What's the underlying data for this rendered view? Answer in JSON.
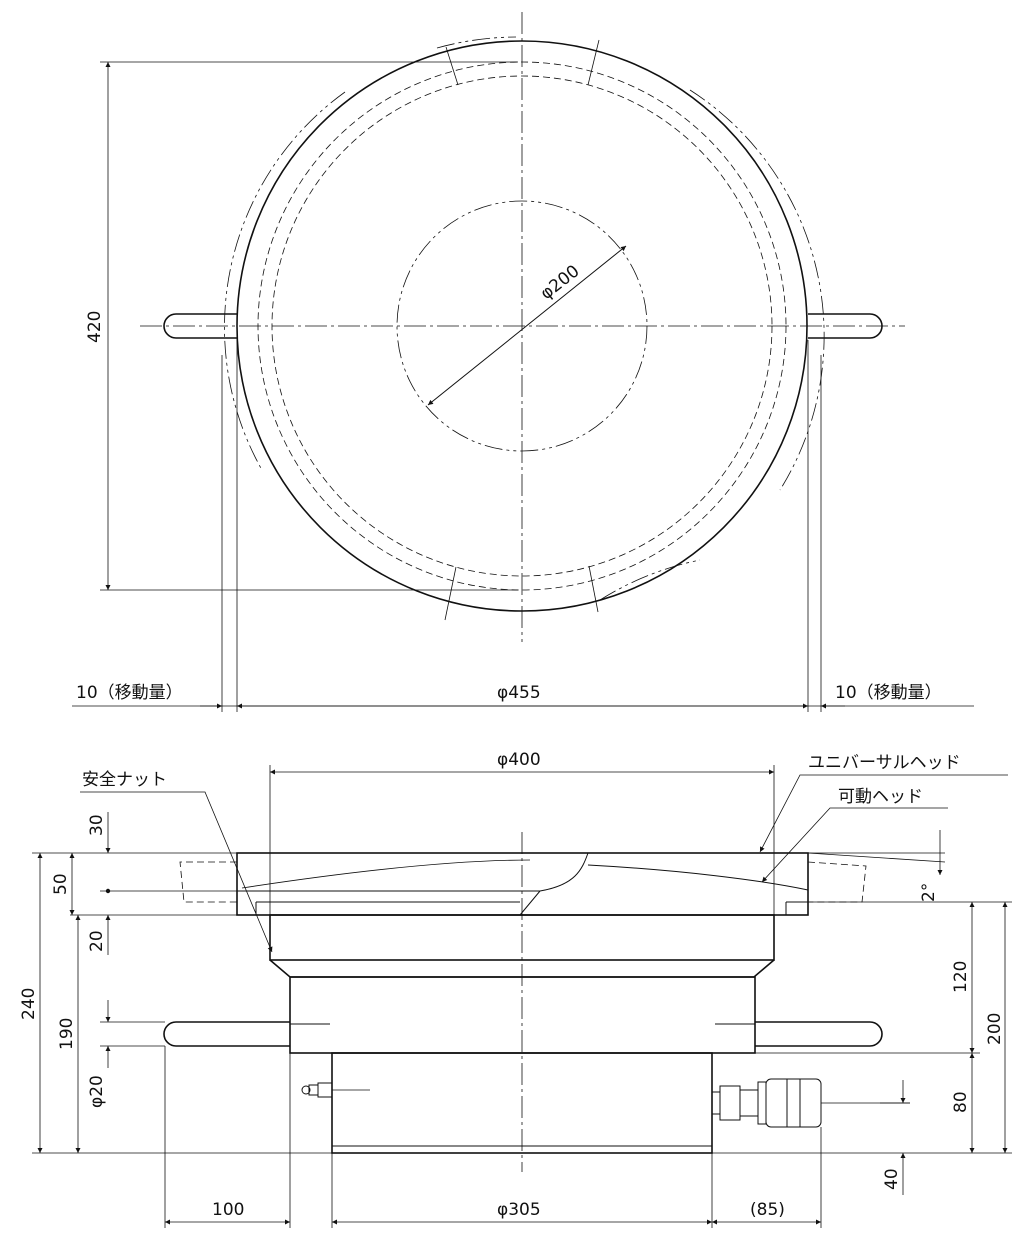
{
  "top_view": {
    "dim_height": "420",
    "dim_center_circle": "φ200",
    "dim_width": "φ455",
    "dim_travel_left": "10（移動量）",
    "dim_travel_right": "10（移動量）"
  },
  "side_view": {
    "label_safety_nut": "安全ナット",
    "label_universal_head": "ユニバーサルヘッド",
    "label_movable_head": "可動ヘッド",
    "dim_head_diameter": "φ400",
    "dim_left_30": "30",
    "dim_left_50": "50",
    "dim_left_20": "20",
    "dim_left_240": "240",
    "dim_left_190": "190",
    "dim_handle_diameter": "φ20",
    "dim_right_120": "120",
    "dim_right_200": "200",
    "dim_right_80": "80",
    "dim_right_40": "40",
    "dim_angle": "2°",
    "dim_bottom_100": "100",
    "dim_bottom_305": "φ305",
    "dim_bottom_85": "(85)"
  }
}
